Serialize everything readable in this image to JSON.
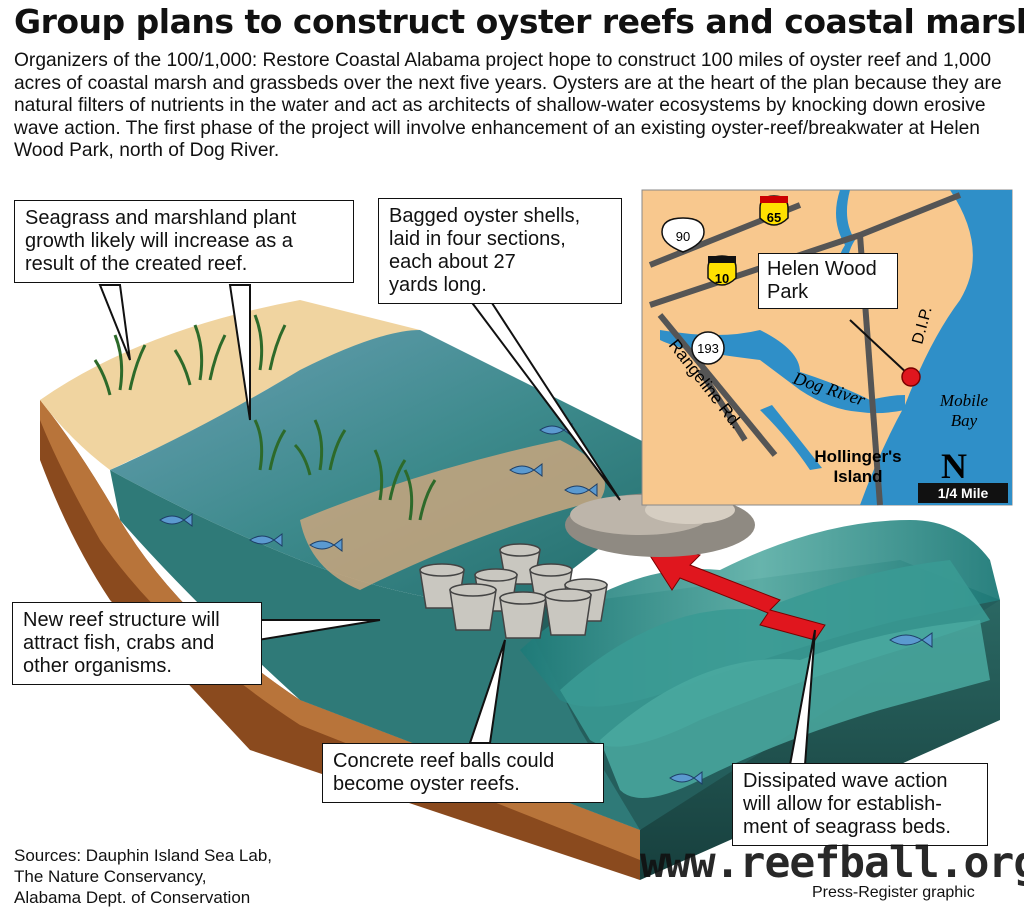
{
  "headline": "Group plans to construct oyster reefs and coastal marsh",
  "intro": "Organizers of the 100/1,000: Restore Coastal Alabama project hope to construct 100 miles of oyster reef and 1,000 acres of coastal marsh and grassbeds over the next five years. Oysters are at the heart of the plan because they are natural filters of nutrients in the water and act as architects of shallow-water ecosystems by knocking down erosive wave action. The first phase of the project will involve enhancement of an existing oyster-reef/breakwater at Helen Wood Park, north of Dog River.",
  "callouts": {
    "seagrass": [
      "Seagrass and marshland plant",
      "growth likely will increase as a",
      "result of the created reef."
    ],
    "bagged": [
      "Bagged oyster shells,",
      "laid in four sections,",
      "each about 27",
      "yards long."
    ],
    "new_reef": [
      "New reef structure will",
      "attract fish, crabs and",
      "other organisms."
    ],
    "reef_balls": [
      "Concrete reef balls could",
      "become oyster reefs."
    ],
    "wave": [
      "Dissipated wave action",
      "will allow for establish-",
      "ment of seagrass beds."
    ]
  },
  "map": {
    "helen_wood": [
      "Helen Wood",
      "Park"
    ],
    "route_90": "90",
    "route_65": "65",
    "route_10": "10",
    "route_193": "193",
    "rangeline": "Rangeline Rd.",
    "dog_river": "Dog River",
    "dip": "D.I.P.",
    "mobile_bay": [
      "Mobile",
      "Bay"
    ],
    "hollingers": [
      "Hollinger's",
      "Island"
    ],
    "north": "N",
    "scale": "1/4 Mile",
    "colors": {
      "land": "#f8c88e",
      "water": "#2f8fc8",
      "roads": "#555555",
      "marker": "#e0161e"
    }
  },
  "sources": [
    "Sources: Dauphin Island Sea Lab,",
    "The Nature Conservancy,",
    "Alabama Dept. of Conservation"
  ],
  "credit": "Press-Register graphic",
  "watermark": "www.reefball.org"
}
